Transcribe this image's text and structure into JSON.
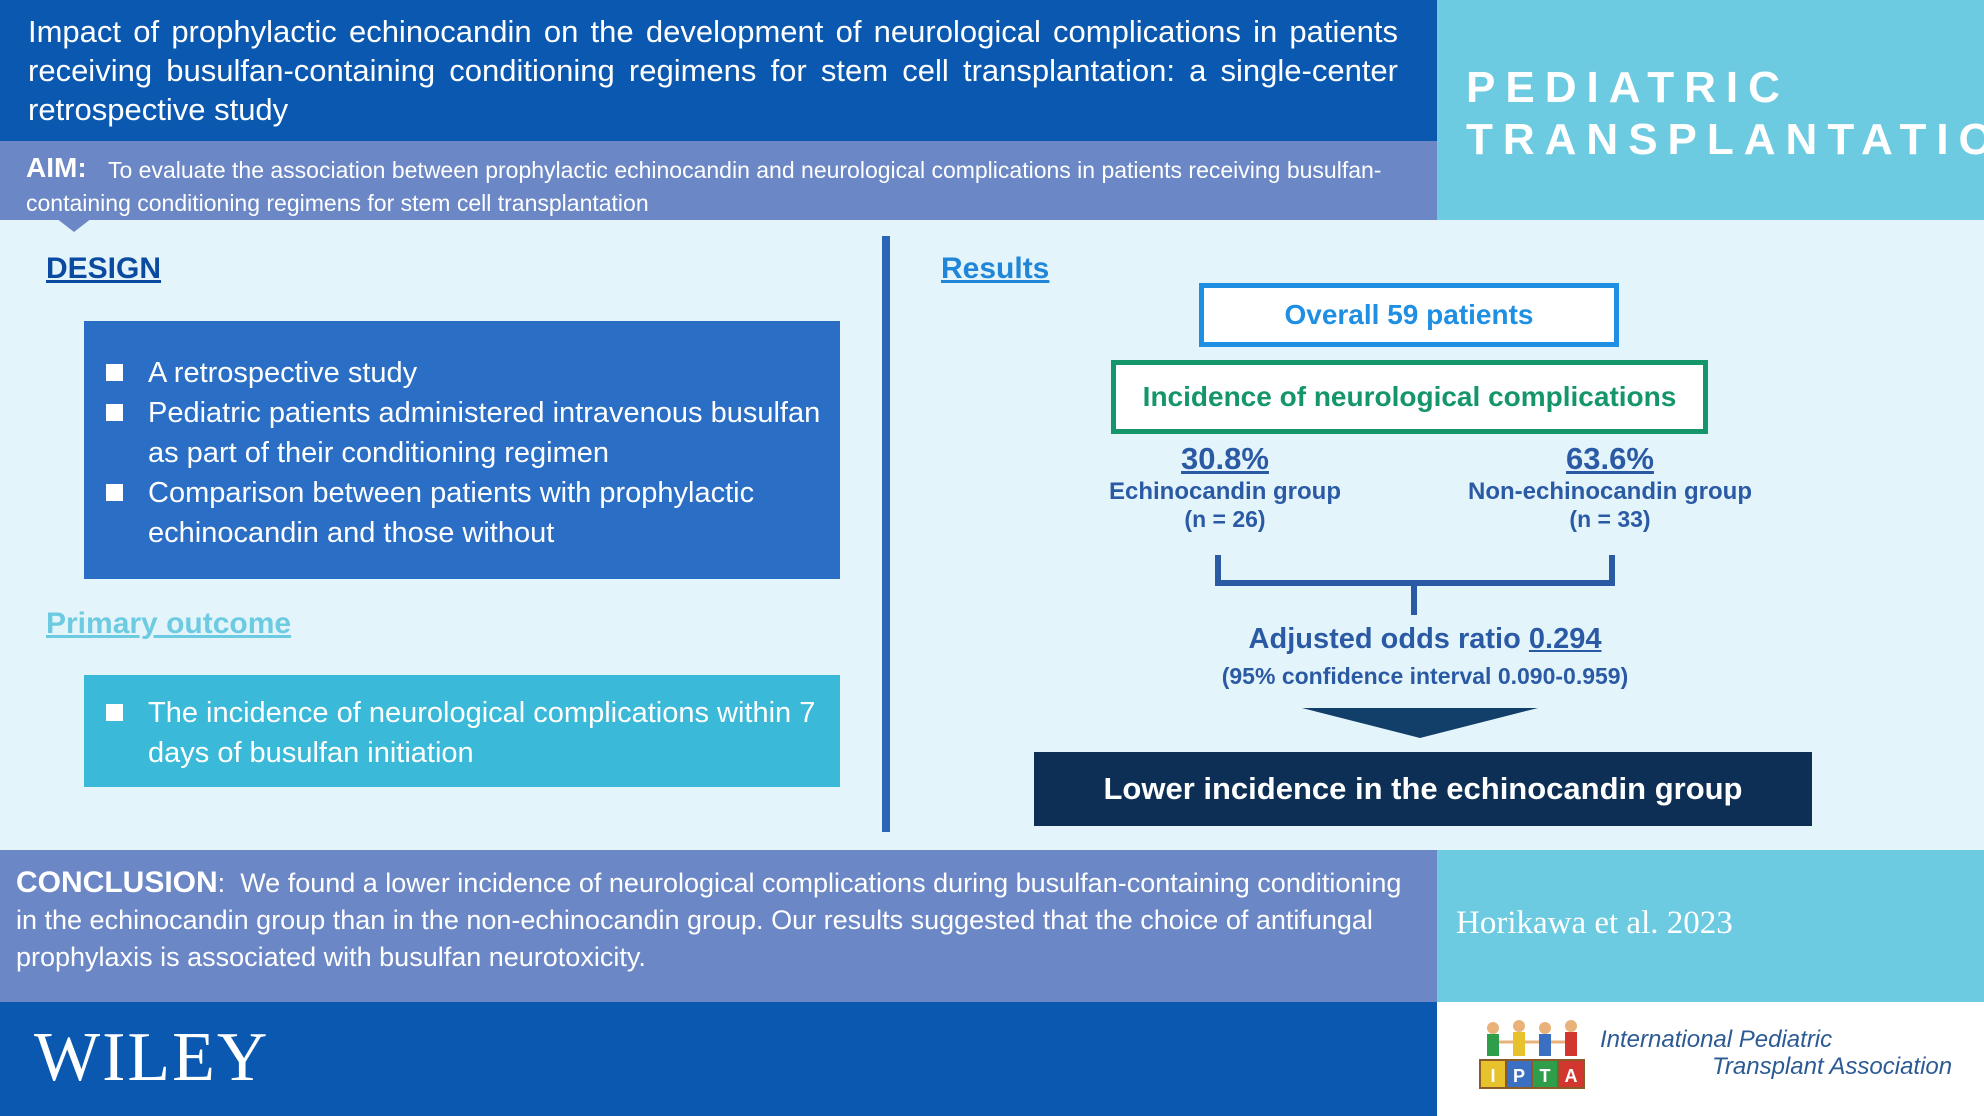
{
  "header": {
    "title": "Impact of prophylactic echinocandin on the development of neurological complications in patients receiving busulfan-containing conditioning regimens for stem cell transplantation: a single-center retrospective study",
    "aim_label": "AIM:",
    "aim_text": "To evaluate the association between prophylactic echinocandin and neurological complications in patients receiving busulfan-containing conditioning regimens for stem cell transplantation",
    "journal_line1": "PEDIATRIC",
    "journal_line2": "TRANSPLANTATION"
  },
  "design": {
    "heading": "DESIGN",
    "items": [
      "A retrospective study",
      "Pediatric patients administered intravenous busulfan as part of their conditioning regimen",
      "Comparison between patients with prophylactic echinocandin and those without"
    ]
  },
  "primary_outcome": {
    "heading": "Primary outcome",
    "items": [
      "The incidence of neurological complications within 7 days of busulfan initiation"
    ]
  },
  "results": {
    "heading": "Results",
    "overall": "Overall 59 patients",
    "incidence_label": "Incidence of neurological complications",
    "groups": [
      {
        "percent": "30.8%",
        "label": "Echinocandin group",
        "n": "(n = 26)"
      },
      {
        "percent": "63.6%",
        "label": "Non-echinocandin group",
        "n": "(n = 33)"
      }
    ],
    "odds_label": "Adjusted odds ratio",
    "odds_value": "0.294",
    "ci": "(95% confidence interval 0.090-0.959)",
    "conclusion_box": "Lower incidence in the echinocandin group"
  },
  "conclusion": {
    "label": "CONCLUSION",
    "text": "We found a lower incidence of neurological complications during busulfan-containing conditioning in the echinocandin group than in the non-echinocandin group. Our results suggested that the choice of antifungal prophylaxis is associated with busulfan neurotoxicity."
  },
  "citation": "Horikawa et al. 2023",
  "footer": {
    "publisher": "WILEY",
    "ipta_line1": "International Pediatric",
    "ipta_line2": "Transplant Association",
    "ipta_blocks": [
      "I",
      "P",
      "T",
      "A"
    ]
  },
  "colors": {
    "dark_blue": "#0a58b0",
    "aim_blue": "#6b87c6",
    "cyan": "#6dcbe1",
    "green": "#14966a",
    "navy": "#0d2f55"
  }
}
